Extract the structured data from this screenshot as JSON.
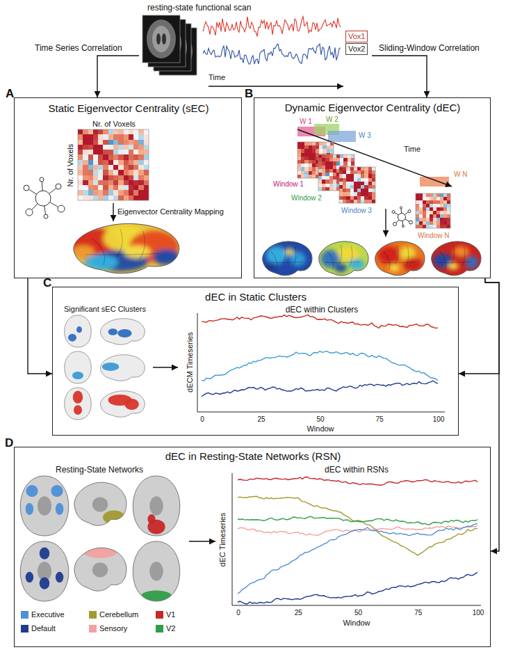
{
  "diagram": {
    "nodes": [
      {
        "text": [
          "resting-state functional scan"
        ]
      },
      {
        "text": [
          "Vox1"
        ],
        "in": 0
      },
      {
        "text": [
          "Vox2"
        ],
        "in": 0
      },
      {
        "text": [
          "A",
          "Static Eigenvector Centrality (sEC)",
          "Nr. of Voxels",
          "Nr. of Voxels",
          "Eigenvector Centrality Mapping"
        ]
      },
      {
        "text": [
          "B",
          "Dynamic Eigenvector Centrality (dEC)",
          "W 1",
          "W 2",
          "W 3",
          "Time",
          "W N",
          "Window 1",
          "Window 2",
          "Window 3",
          "Window N"
        ]
      },
      {
        "text": [
          "C",
          "dEC in Static Clusters",
          "Significant sEC Clusters",
          "dEC within Clusters",
          "dECM Timeseries",
          "0",
          "25",
          "50",
          "75",
          "100",
          "Window"
        ]
      },
      {
        "text": [
          "D",
          "dEC in Resting-State Networks (RSN)",
          "Resting-State Networks",
          "dEC within RSNs",
          "dEC Timeseries",
          "0",
          "25",
          "50",
          "75",
          "100",
          "Window"
        ]
      }
    ],
    "edges": [
      {
        "from": 0,
        "to": 3,
        "label": "Time Series Correlation",
        "arrow": "to"
      },
      {
        "from": 0,
        "to": 4,
        "label": "Sliding-Window Correlation",
        "arrow": "to"
      },
      {
        "from": 3,
        "to": 5,
        "arrow": "to"
      },
      {
        "from": 4,
        "to": 5,
        "arrow": "to"
      },
      {
        "from": 4,
        "to": 6,
        "arrow": "to"
      }
    ],
    "labels": [
      "Time"
    ],
    "legend": [
      {
        "text": "Executive",
        "color": "#4f8fd6"
      },
      {
        "text": "Cerebellum",
        "color": "#a39a2f"
      },
      {
        "text": "V1",
        "color": "#c62828"
      },
      {
        "text": "Default",
        "color": "#1f3a8f"
      },
      {
        "text": "Sensory",
        "color": "#f3a0a0"
      },
      {
        "text": "V2",
        "color": "#2e9e48"
      }
    ]
  }
}
